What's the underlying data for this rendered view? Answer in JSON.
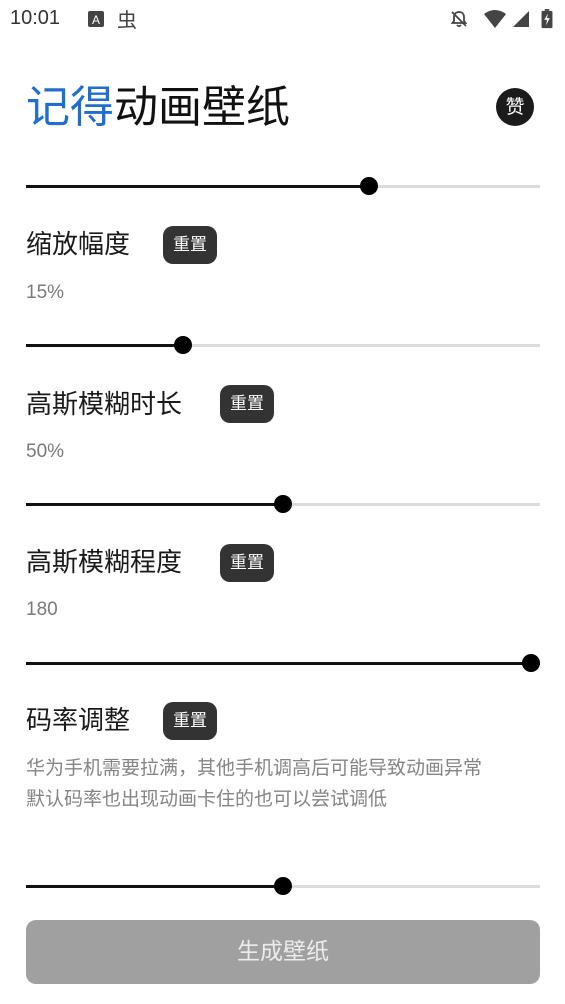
{
  "status_bar": {
    "time": "10:01",
    "icons": [
      "a-notification-icon",
      "app-notification-icon",
      "bell-off-icon",
      "wifi-icon",
      "signal-icon",
      "battery-charging-icon"
    ],
    "app_glyph": "虫"
  },
  "header": {
    "title_accent": "记得",
    "title_rest": "动画壁纸",
    "like_label": "赞"
  },
  "top_slider": {
    "fraction": 0.667
  },
  "sections": [
    {
      "label": "缩放幅度",
      "reset_label": "重置",
      "value": "15%",
      "slider_fraction": 0.305
    },
    {
      "label": "高斯模糊时长",
      "reset_label": "重置",
      "value": "50%",
      "slider_fraction": 0.5
    },
    {
      "label": "高斯模糊程度",
      "reset_label": "重置",
      "value": "180",
      "slider_fraction": 1.0
    },
    {
      "label": "码率调整",
      "reset_label": "重置",
      "description": "华为手机需要拉满，其他手机调高后可能导致动画异常\n默认码率也出现动画卡住的也可以尝试调低",
      "slider_fraction": 0.5
    }
  ],
  "generate_button": {
    "label": "生成壁纸"
  },
  "colors": {
    "accent": "#1f6fd1",
    "button_dark": "#333333",
    "button_disabled": "#a0a0a0"
  }
}
